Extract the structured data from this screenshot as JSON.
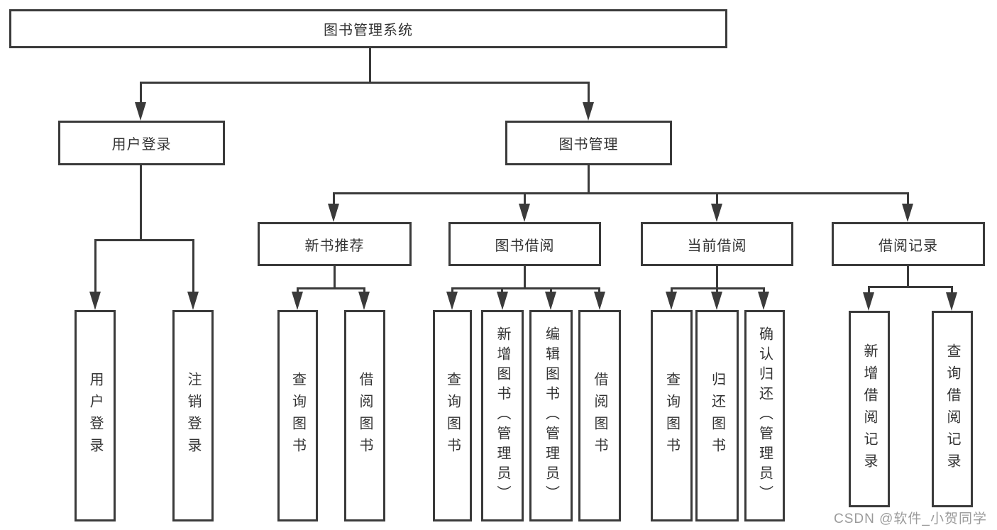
{
  "tree": {
    "label": "图书管理系统",
    "children": [
      {
        "label": "用户登录",
        "children": [
          {
            "label": "用户登录"
          },
          {
            "label": "注销登录"
          }
        ]
      },
      {
        "label": "图书管理",
        "children": [
          {
            "label": "新书推荐",
            "children": [
              {
                "label": "查询图书"
              },
              {
                "label": "借阅图书"
              }
            ]
          },
          {
            "label": "图书借阅",
            "children": [
              {
                "label": "查询图书"
              },
              {
                "label": "新增图书（管理员）"
              },
              {
                "label": "编辑图书（管理员）"
              },
              {
                "label": "借阅图书"
              }
            ]
          },
          {
            "label": "当前借阅",
            "children": [
              {
                "label": "查询图书"
              },
              {
                "label": "归还图书"
              },
              {
                "label": "确认归还（管理员）"
              }
            ]
          },
          {
            "label": "借阅记录",
            "children": [
              {
                "label": "新增借阅记录"
              },
              {
                "label": "查询借阅记录"
              }
            ]
          }
        ]
      }
    ]
  },
  "watermark": {
    "text": "CSDN @软件_小贺同学"
  },
  "colors": {
    "line": "#3a3a3a",
    "text": "#333333",
    "watermark": "#9b9b9b",
    "background": "#ffffff"
  }
}
